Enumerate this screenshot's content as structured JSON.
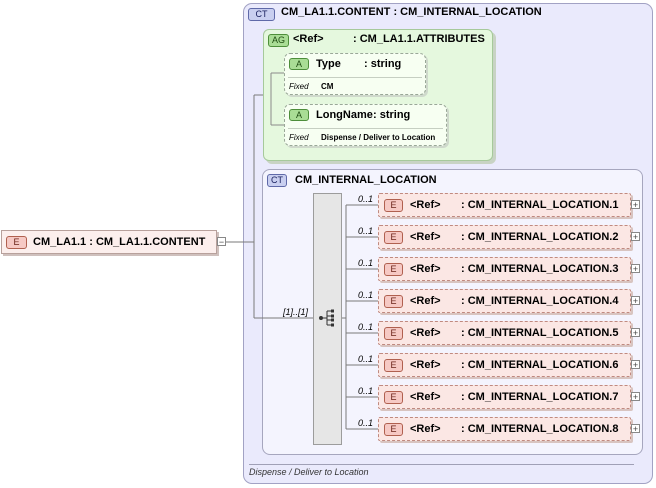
{
  "root_element": {
    "badge": "E",
    "label": "CM_LA1.1 : CM_LA1.1.CONTENT"
  },
  "complex_type": {
    "badge": "CT",
    "title": "CM_LA1.1.CONTENT : CM_INTERNAL_LOCATION",
    "documentation": "Dispense / Deliver to Location",
    "attribute_group": {
      "badge": "AG",
      "ref_label": "<Ref>",
      "name": ": CM_LA1.1.ATTRIBUTES",
      "attributes": [
        {
          "badge": "A",
          "name": "Type",
          "type": ": string",
          "fixed_label": "Fixed",
          "fixed_value": "CM"
        },
        {
          "badge": "A",
          "name": "LongName",
          "type": ": string",
          "fixed_label": "Fixed",
          "fixed_value": "Dispense / Deliver to Location"
        }
      ]
    },
    "base_type": {
      "badge": "CT",
      "title": "CM_INTERNAL_LOCATION",
      "sequence_occurrence": "[1]..[1]",
      "elements": [
        {
          "badge": "E",
          "ref_label": "<Ref>",
          "name": ": CM_INTERNAL_LOCATION.1",
          "occurrence": "0..1"
        },
        {
          "badge": "E",
          "ref_label": "<Ref>",
          "name": ": CM_INTERNAL_LOCATION.2",
          "occurrence": "0..1"
        },
        {
          "badge": "E",
          "ref_label": "<Ref>",
          "name": ": CM_INTERNAL_LOCATION.3",
          "occurrence": "0..1"
        },
        {
          "badge": "E",
          "ref_label": "<Ref>",
          "name": ": CM_INTERNAL_LOCATION.4",
          "occurrence": "0..1"
        },
        {
          "badge": "E",
          "ref_label": "<Ref>",
          "name": ": CM_INTERNAL_LOCATION.5",
          "occurrence": "0..1"
        },
        {
          "badge": "E",
          "ref_label": "<Ref>",
          "name": ": CM_INTERNAL_LOCATION.6",
          "occurrence": "0..1"
        },
        {
          "badge": "E",
          "ref_label": "<Ref>",
          "name": ": CM_INTERNAL_LOCATION.7",
          "occurrence": "0..1"
        },
        {
          "badge": "E",
          "ref_label": "<Ref>",
          "name": ": CM_INTERNAL_LOCATION.8",
          "occurrence": "0..1"
        }
      ]
    }
  },
  "expand_symbol": "+",
  "collapse_symbol": "−"
}
